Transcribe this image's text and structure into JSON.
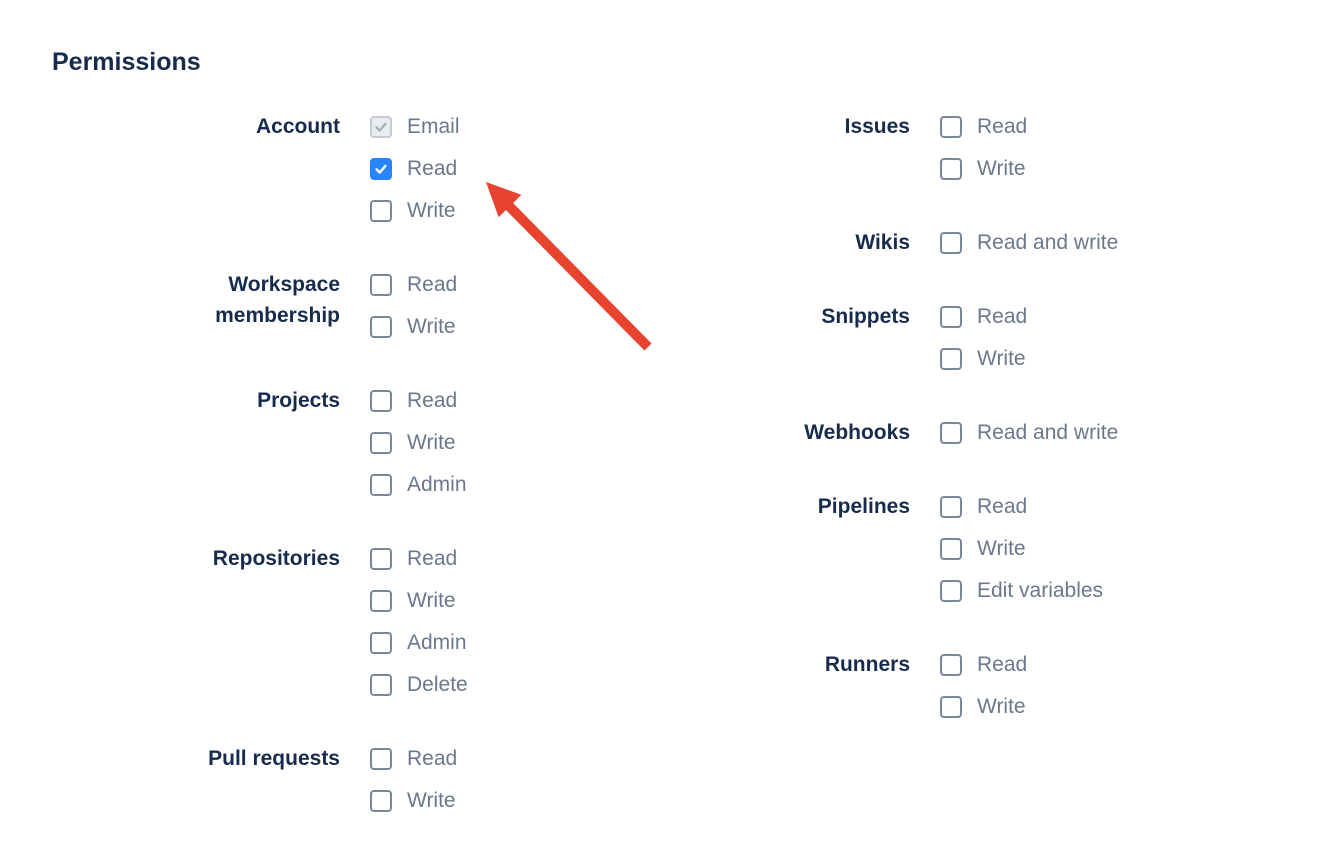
{
  "title": "Permissions",
  "colors": {
    "heading": "#172B4D",
    "group_label": "#172B4D",
    "item_text": "#6B778C",
    "checkbox_border": "#7A869A",
    "checkbox_checked": "#2684FF",
    "checkbox_check_mark": "#FFFFFF",
    "checkbox_disabled_fill": "#E9EBEF",
    "checkbox_disabled_border": "#C4CAD3",
    "checkbox_disabled_check": "#A8B0BC",
    "arrow": "#E8432F"
  },
  "annotation": {
    "arrow_points_to": "Account Read checkbox"
  },
  "columns": {
    "left": [
      {
        "label": "Account",
        "items": [
          {
            "label": "Email",
            "state": "checked_disabled"
          },
          {
            "label": "Read",
            "state": "checked"
          },
          {
            "label": "Write",
            "state": "unchecked"
          }
        ]
      },
      {
        "label": "Workspace membership",
        "items": [
          {
            "label": "Read",
            "state": "unchecked"
          },
          {
            "label": "Write",
            "state": "unchecked"
          }
        ]
      },
      {
        "label": "Projects",
        "items": [
          {
            "label": "Read",
            "state": "unchecked"
          },
          {
            "label": "Write",
            "state": "unchecked"
          },
          {
            "label": "Admin",
            "state": "unchecked"
          }
        ]
      },
      {
        "label": "Repositories",
        "items": [
          {
            "label": "Read",
            "state": "unchecked"
          },
          {
            "label": "Write",
            "state": "unchecked"
          },
          {
            "label": "Admin",
            "state": "unchecked"
          },
          {
            "label": "Delete",
            "state": "unchecked"
          }
        ]
      },
      {
        "label": "Pull requests",
        "items": [
          {
            "label": "Read",
            "state": "unchecked"
          },
          {
            "label": "Write",
            "state": "unchecked"
          }
        ]
      }
    ],
    "right": [
      {
        "label": "Issues",
        "items": [
          {
            "label": "Read",
            "state": "unchecked"
          },
          {
            "label": "Write",
            "state": "unchecked"
          }
        ]
      },
      {
        "label": "Wikis",
        "items": [
          {
            "label": "Read and write",
            "state": "unchecked"
          }
        ]
      },
      {
        "label": "Snippets",
        "items": [
          {
            "label": "Read",
            "state": "unchecked"
          },
          {
            "label": "Write",
            "state": "unchecked"
          }
        ]
      },
      {
        "label": "Webhooks",
        "items": [
          {
            "label": "Read and write",
            "state": "unchecked"
          }
        ]
      },
      {
        "label": "Pipelines",
        "items": [
          {
            "label": "Read",
            "state": "unchecked"
          },
          {
            "label": "Write",
            "state": "unchecked"
          },
          {
            "label": "Edit variables",
            "state": "unchecked"
          }
        ]
      },
      {
        "label": "Runners",
        "items": [
          {
            "label": "Read",
            "state": "unchecked"
          },
          {
            "label": "Write",
            "state": "unchecked"
          }
        ]
      }
    ]
  }
}
